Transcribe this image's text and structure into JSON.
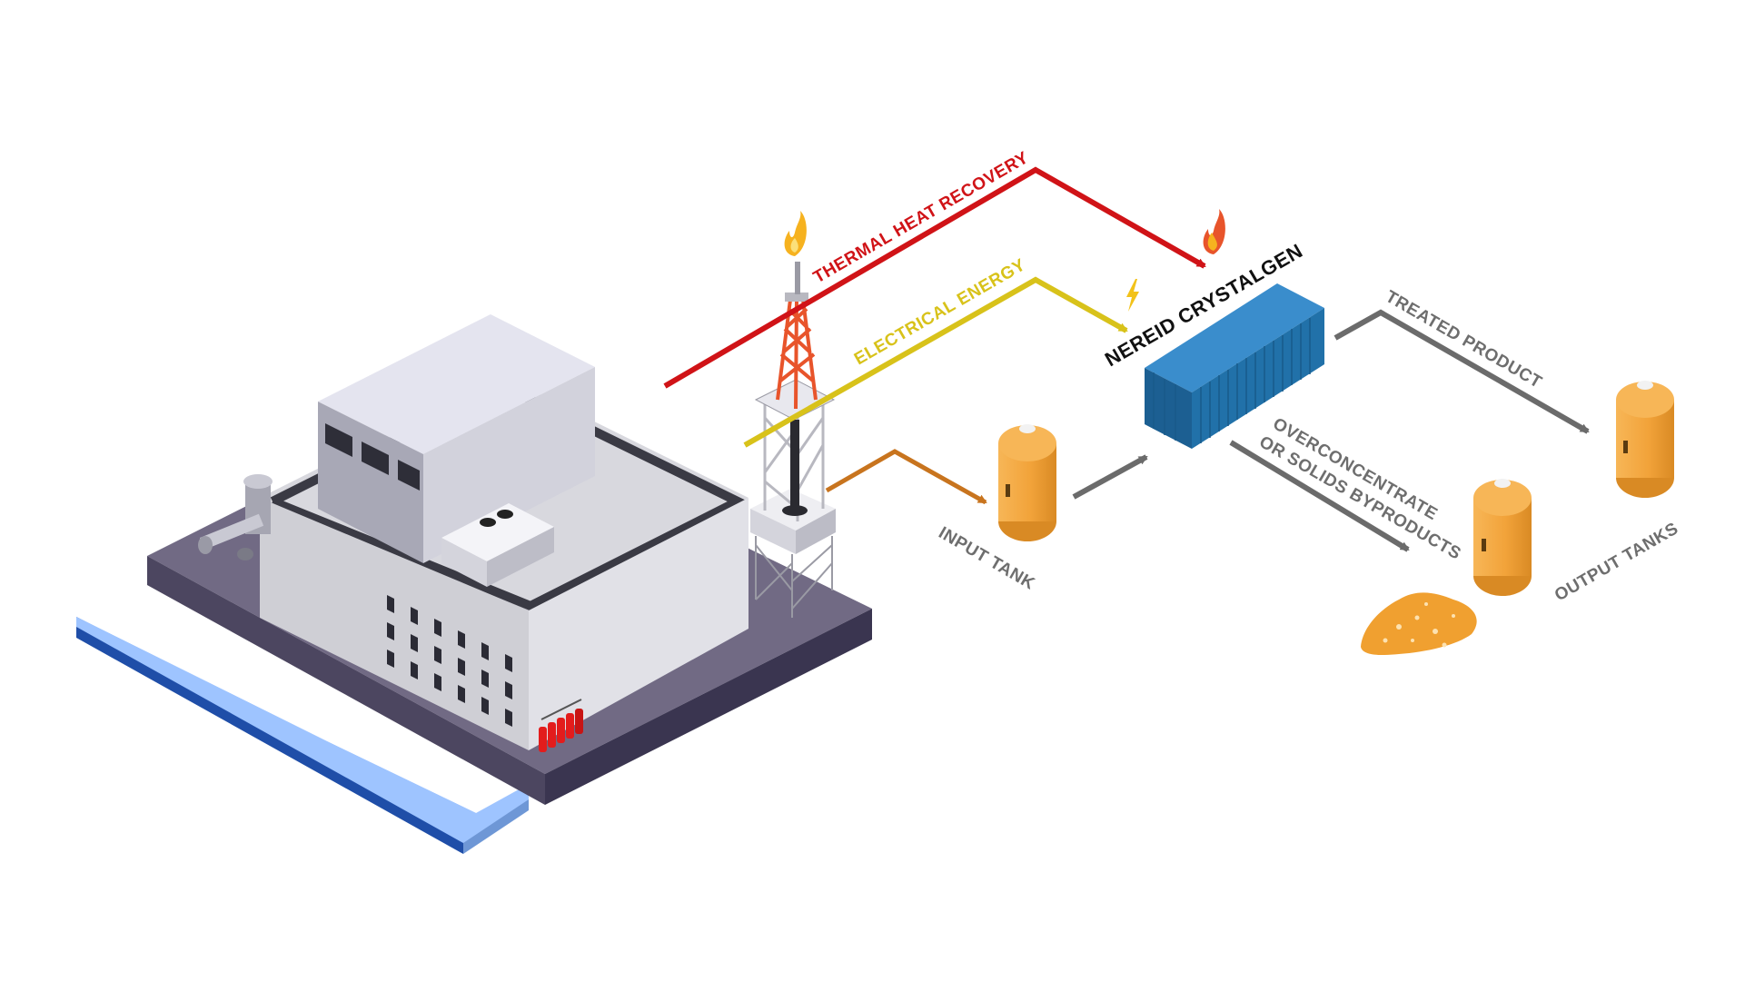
{
  "labels": {
    "thermal": "THERMAL HEAT RECOVERY",
    "electrical": "ELECTRICAL ENERGY",
    "unit": "NEREID CRYSTALGEN",
    "treated": "TREATED PRODUCT",
    "byproducts_line1": "OVERCONCENTRATE",
    "byproducts_line2": "OR SOLIDS BYPRODUCTS",
    "input_tank": "INPUT TANK",
    "output_tanks": "OUTPUT TANKS"
  },
  "colors": {
    "thermal": "#d01317",
    "electrical": "#d8c21a",
    "feed": "#c8741e",
    "product_gray": "#6b6b6b",
    "label_gray": "#6e6e6e",
    "container_blue": "#2171a9",
    "tank_orange": "#f2a33a",
    "water": "#9ec4ff",
    "derrick": "#e8542b"
  },
  "icons": {
    "flame_top": "flame-icon",
    "flame_unit": "flame-icon",
    "bolt": "lightning-bolt-icon"
  }
}
